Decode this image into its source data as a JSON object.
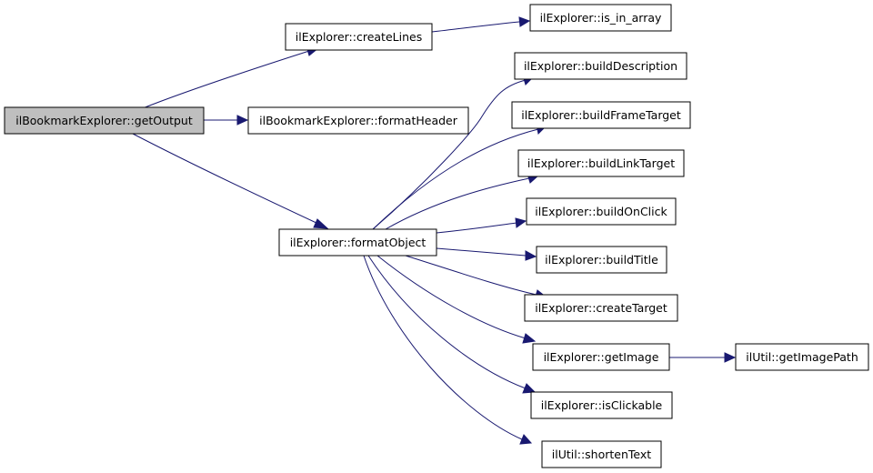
{
  "diagram": {
    "nodes": {
      "getOutput": "ilBookmarkExplorer::getOutput",
      "createLines": "ilExplorer::createLines",
      "is_in_array": "ilExplorer::is_in_array",
      "formatHeader": "ilBookmarkExplorer::formatHeader",
      "formatObject": "ilExplorer::formatObject",
      "buildDescription": "ilExplorer::buildDescription",
      "buildFrameTarget": "ilExplorer::buildFrameTarget",
      "buildLinkTarget": "ilExplorer::buildLinkTarget",
      "buildOnClick": "ilExplorer::buildOnClick",
      "buildTitle": "ilExplorer::buildTitle",
      "createTarget": "ilExplorer::createTarget",
      "getImage": "ilExplorer::getImage",
      "getImagePath": "ilUtil::getImagePath",
      "isClickable": "ilExplorer::isClickable",
      "shortenText": "ilUtil::shortenText"
    },
    "edges": [
      {
        "from": "getOutput",
        "to": "createLines"
      },
      {
        "from": "getOutput",
        "to": "formatHeader"
      },
      {
        "from": "getOutput",
        "to": "formatObject"
      },
      {
        "from": "createLines",
        "to": "is_in_array"
      },
      {
        "from": "formatObject",
        "to": "buildDescription"
      },
      {
        "from": "formatObject",
        "to": "buildFrameTarget"
      },
      {
        "from": "formatObject",
        "to": "buildLinkTarget"
      },
      {
        "from": "formatObject",
        "to": "buildOnClick"
      },
      {
        "from": "formatObject",
        "to": "buildTitle"
      },
      {
        "from": "formatObject",
        "to": "createTarget"
      },
      {
        "from": "formatObject",
        "to": "getImage"
      },
      {
        "from": "formatObject",
        "to": "isClickable"
      },
      {
        "from": "formatObject",
        "to": "shortenText"
      },
      {
        "from": "getImage",
        "to": "getImagePath"
      }
    ],
    "colors": {
      "edge": "#191970",
      "node_border": "#000000",
      "node_fill": "#ffffff",
      "root_fill": "#bfbfbf"
    }
  }
}
